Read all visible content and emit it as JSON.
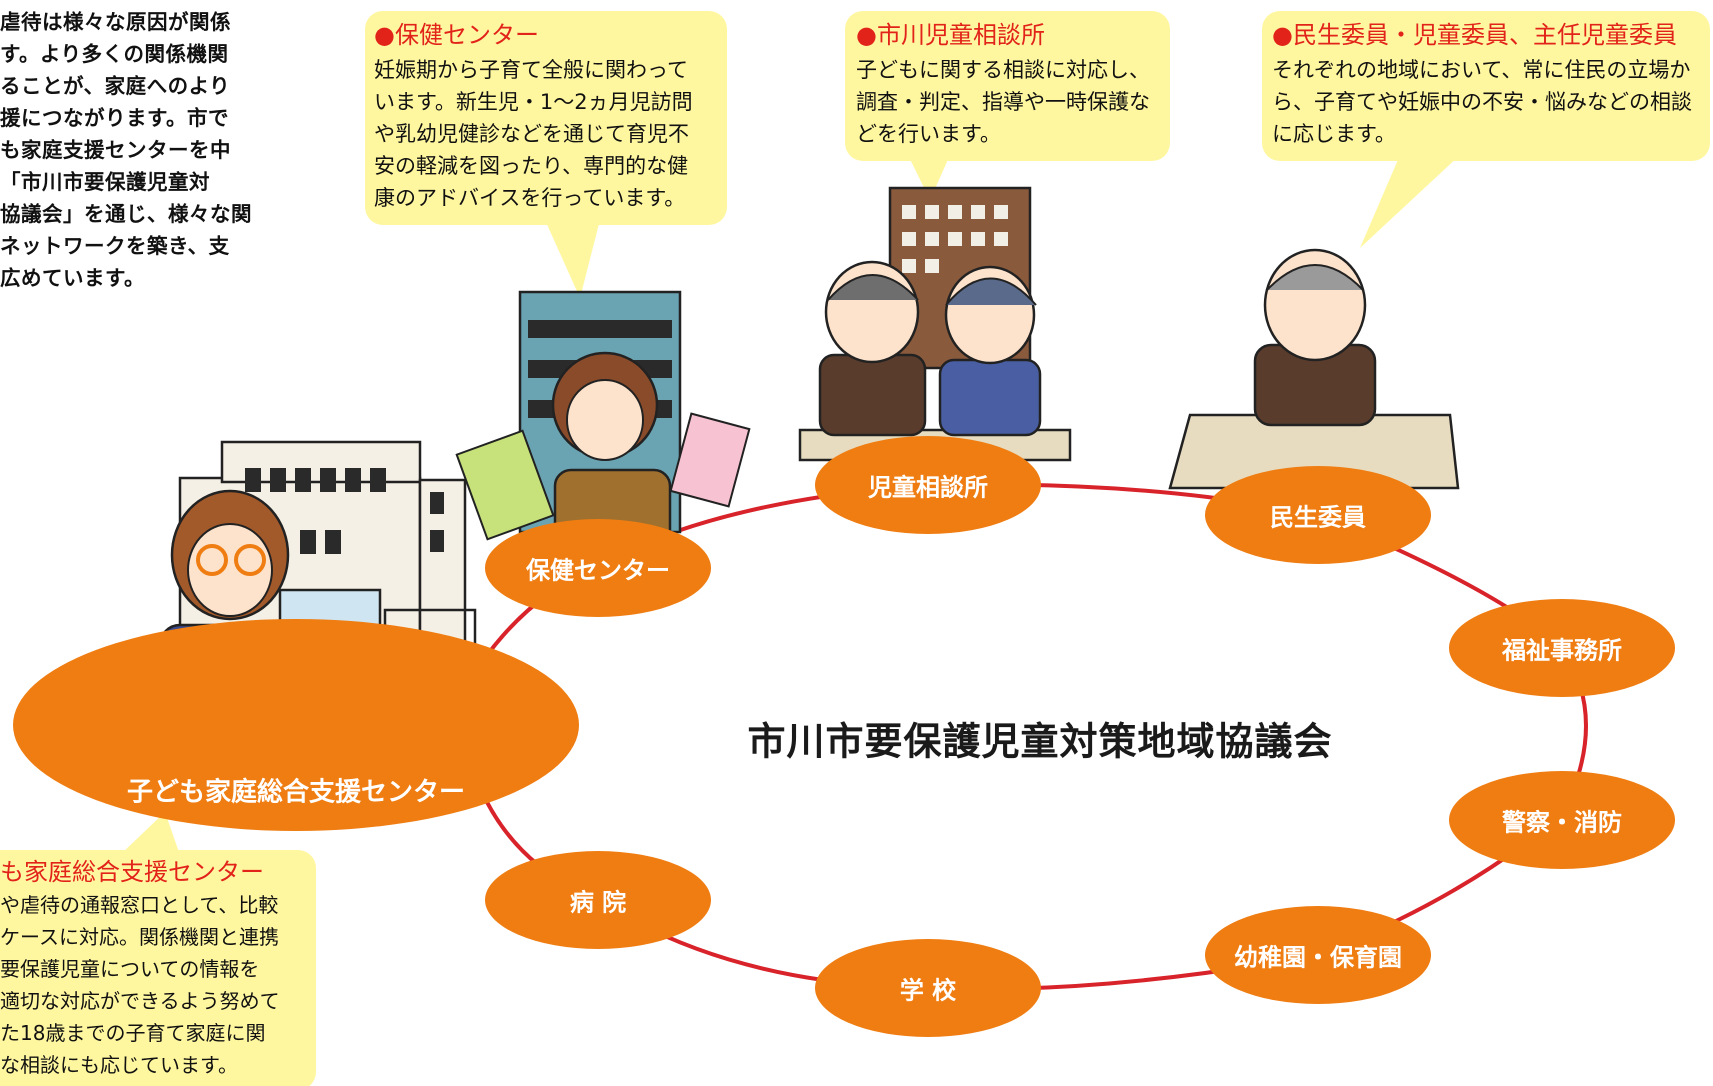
{
  "intro_lines": [
    "虐待は様々な原因が関係",
    "す。より多くの関係機関",
    "ることが、家庭へのより",
    "援につながります。市で",
    "も家庭支援センターを中",
    "「市川市要保護児童対",
    "協議会」を通じ、様々な関",
    "ネットワークを築き、支",
    "広めています。"
  ],
  "bubbles": {
    "hoken": {
      "title": "●保健センター",
      "lines": [
        "妊娠期から子育て全般に関わって",
        "います。新生児・1〜2ヵ月児訪問",
        "や乳幼児健診などを通じて育児不",
        "安の軽減を図ったり、専門的な健",
        "康のアドバイスを行っています。"
      ]
    },
    "jidou": {
      "title": "●市川児童相談所",
      "lines": [
        "子どもに関する相談に対応し、",
        "調査・判定、指導や一時保護な",
        "どを行います。"
      ]
    },
    "minsei": {
      "title": "●民生委員・児童委員、主任児童委員",
      "lines": [
        "それぞれの地域において、常に住民の立場か",
        "ら、子育てや妊娠中の不安・悩みなどの相談",
        "に応じます。"
      ]
    },
    "center": {
      "title": "も家庭総合支援センター",
      "lines": [
        "や虐待の通報窓口として、比較",
        "ケースに対応。関係機関と連携",
        "要保護児童についての情報を",
        "適切な対応ができるよう努めて",
        "た18歳までの子育て家庭に関",
        "な相談にも応じています。"
      ]
    }
  },
  "center_title": "市川市要保護児童対策地域協議会",
  "nodes": [
    {
      "id": "kodomo",
      "label": "子ども家庭総合支援センター"
    },
    {
      "id": "hoken",
      "label": "保健センター"
    },
    {
      "id": "jidou",
      "label": "児童相談所"
    },
    {
      "id": "minsei",
      "label": "民生委員"
    },
    {
      "id": "fukushi",
      "label": "福祉事務所"
    },
    {
      "id": "keisatsu",
      "label": "警察・消防"
    },
    {
      "id": "youchien",
      "label": "幼稚園・保育園"
    },
    {
      "id": "gakkou",
      "label": "学 校"
    },
    {
      "id": "byouin",
      "label": "病 院"
    }
  ],
  "colors": {
    "node_fill": "#ef7d12",
    "ring_line": "#d9232a",
    "bubble_fill": "#fff7a0",
    "title_red": "#e2231a"
  }
}
